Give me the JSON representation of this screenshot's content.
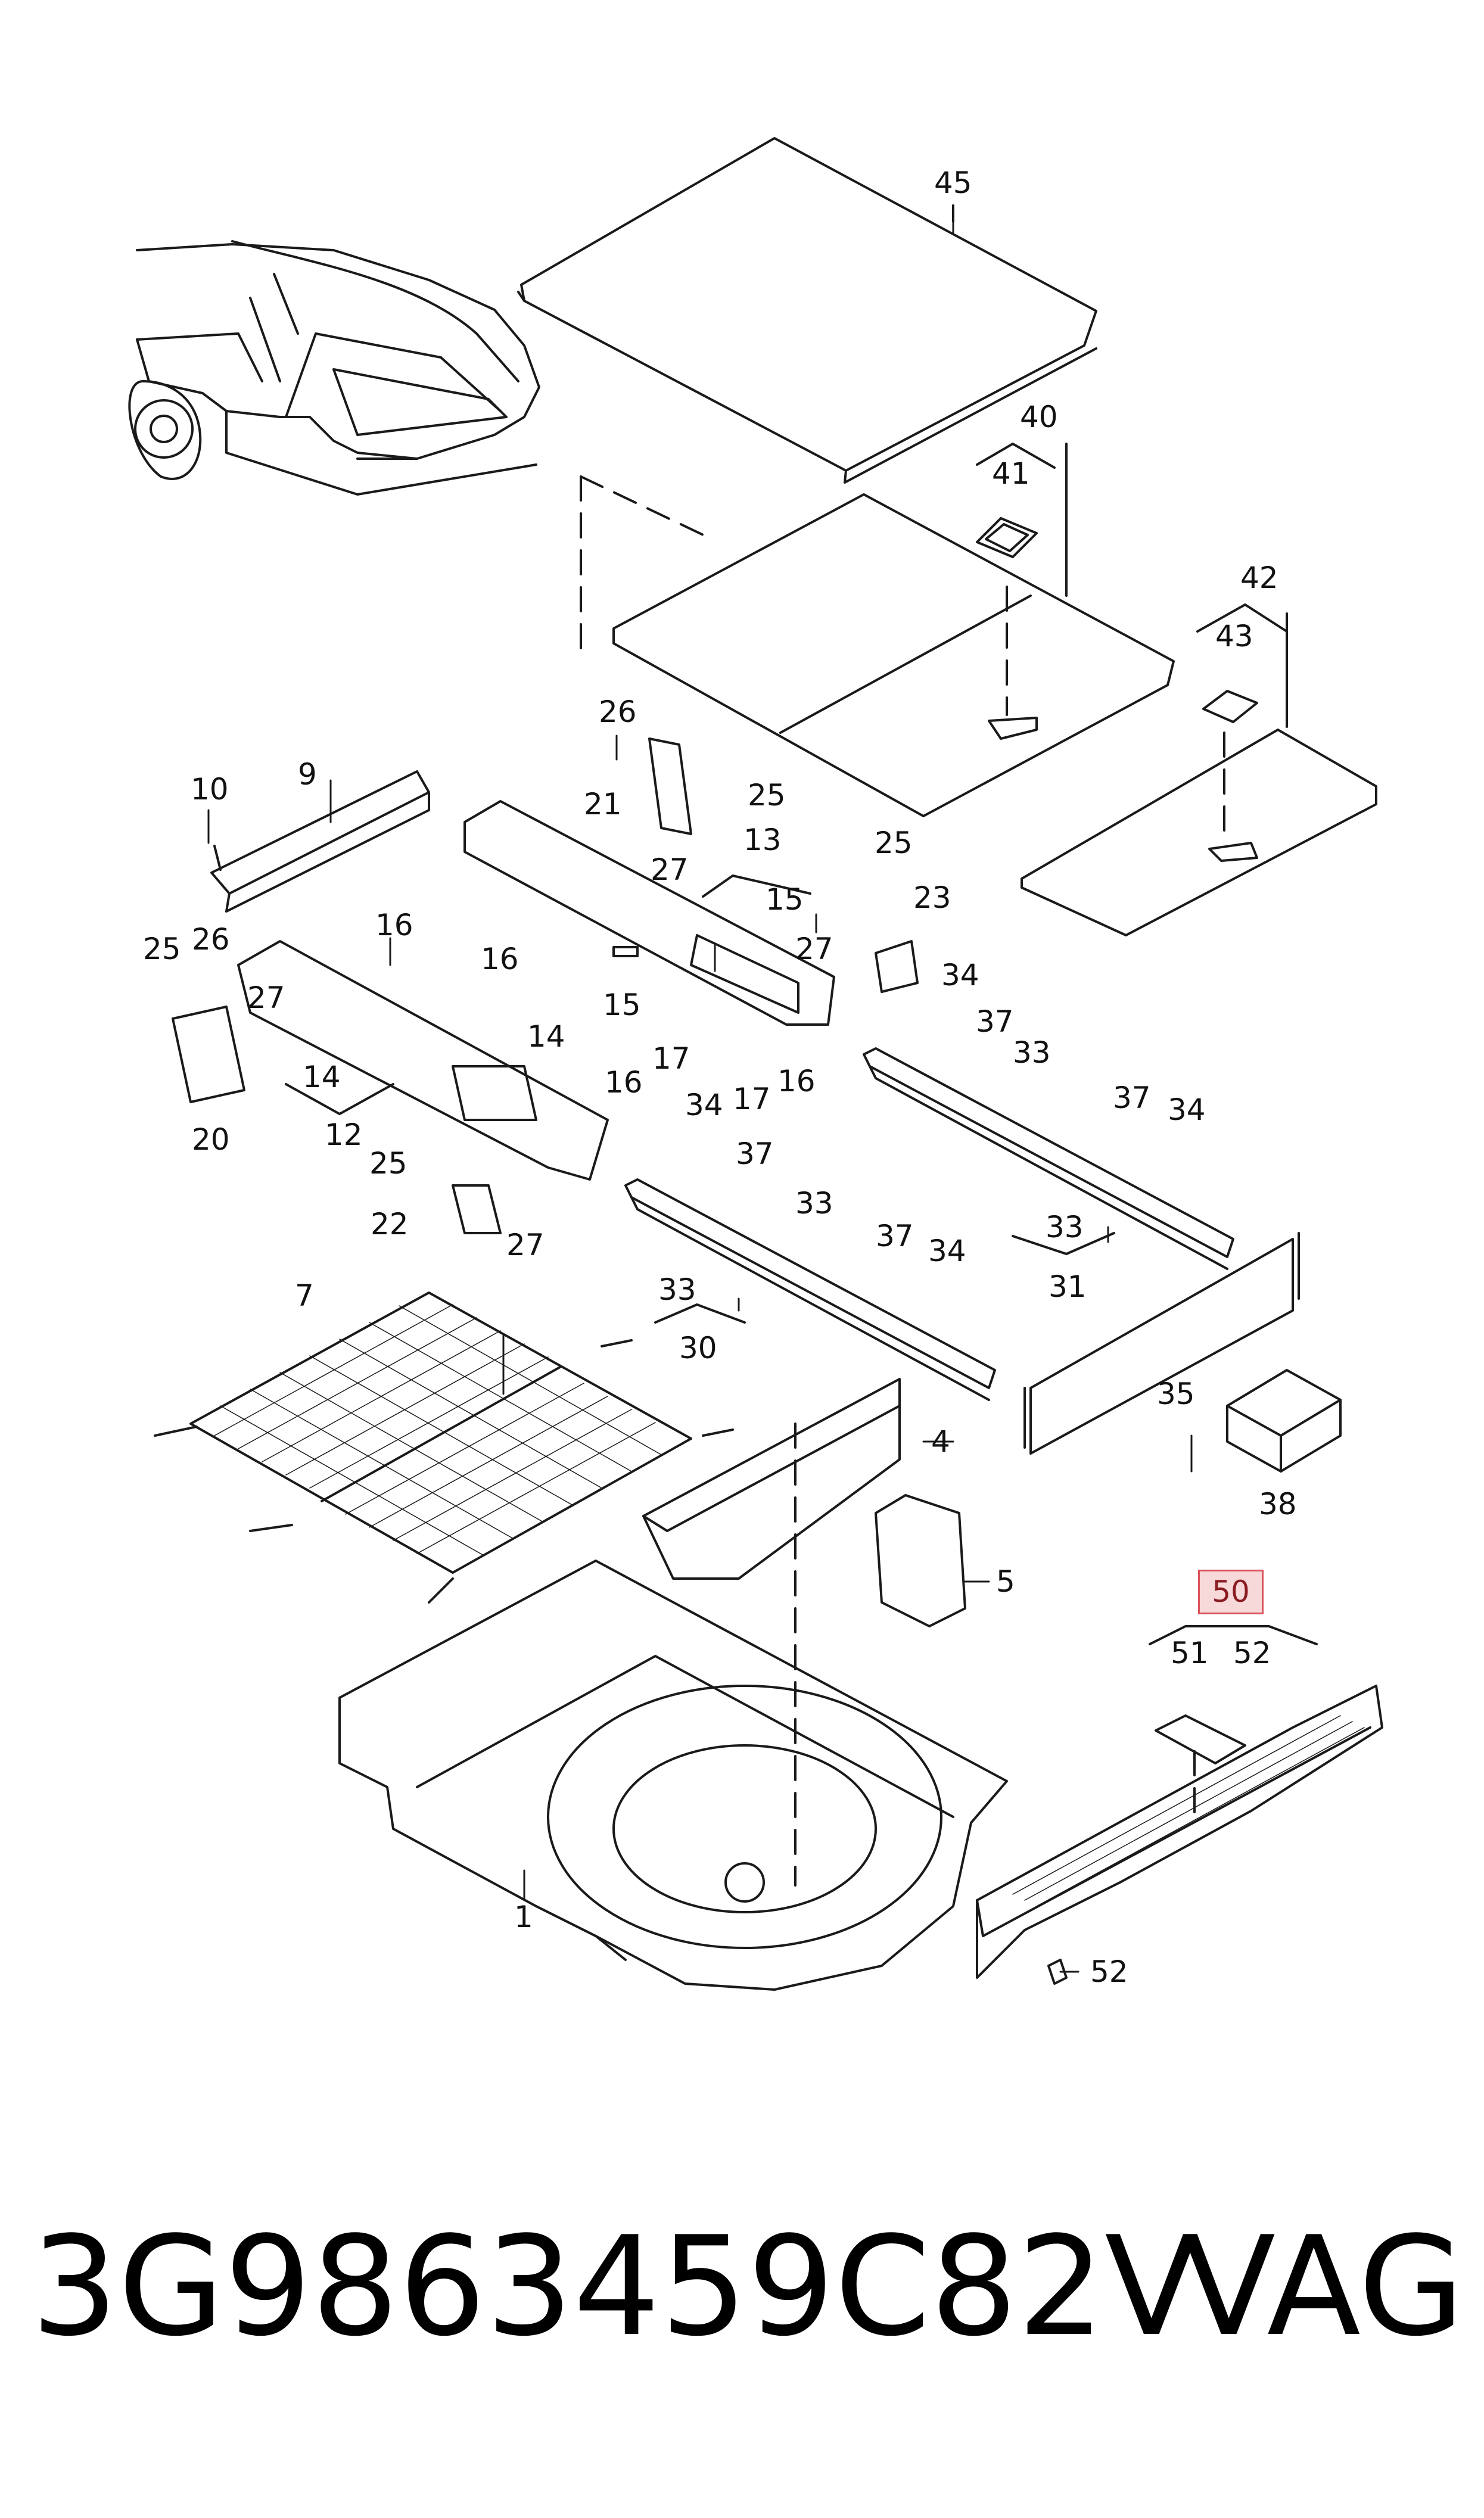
{
  "diagram": {
    "callouts": [
      "45",
      "40",
      "41",
      "42",
      "43",
      "26",
      "21",
      "25",
      "13",
      "15",
      "25",
      "23",
      "27",
      "9",
      "10",
      "16",
      "27",
      "25",
      "26",
      "16",
      "27",
      "14",
      "14",
      "12",
      "20",
      "15",
      "34",
      "37",
      "33",
      "17",
      "16",
      "16",
      "17",
      "37",
      "34",
      "25",
      "22",
      "27",
      "34",
      "37",
      "33",
      "33",
      "31",
      "37",
      "34",
      "33",
      "30",
      "7",
      "4",
      "35",
      "38",
      "5",
      "50",
      "51",
      "52",
      "1",
      "52"
    ],
    "highlight_label": "50"
  },
  "footer": {
    "part_number": "3G9863459C82V",
    "brand": "VAG"
  },
  "colors": {
    "line": "#1a1a1a",
    "highlight_fill": "#f7d9da",
    "highlight_border": "#d9535c"
  }
}
